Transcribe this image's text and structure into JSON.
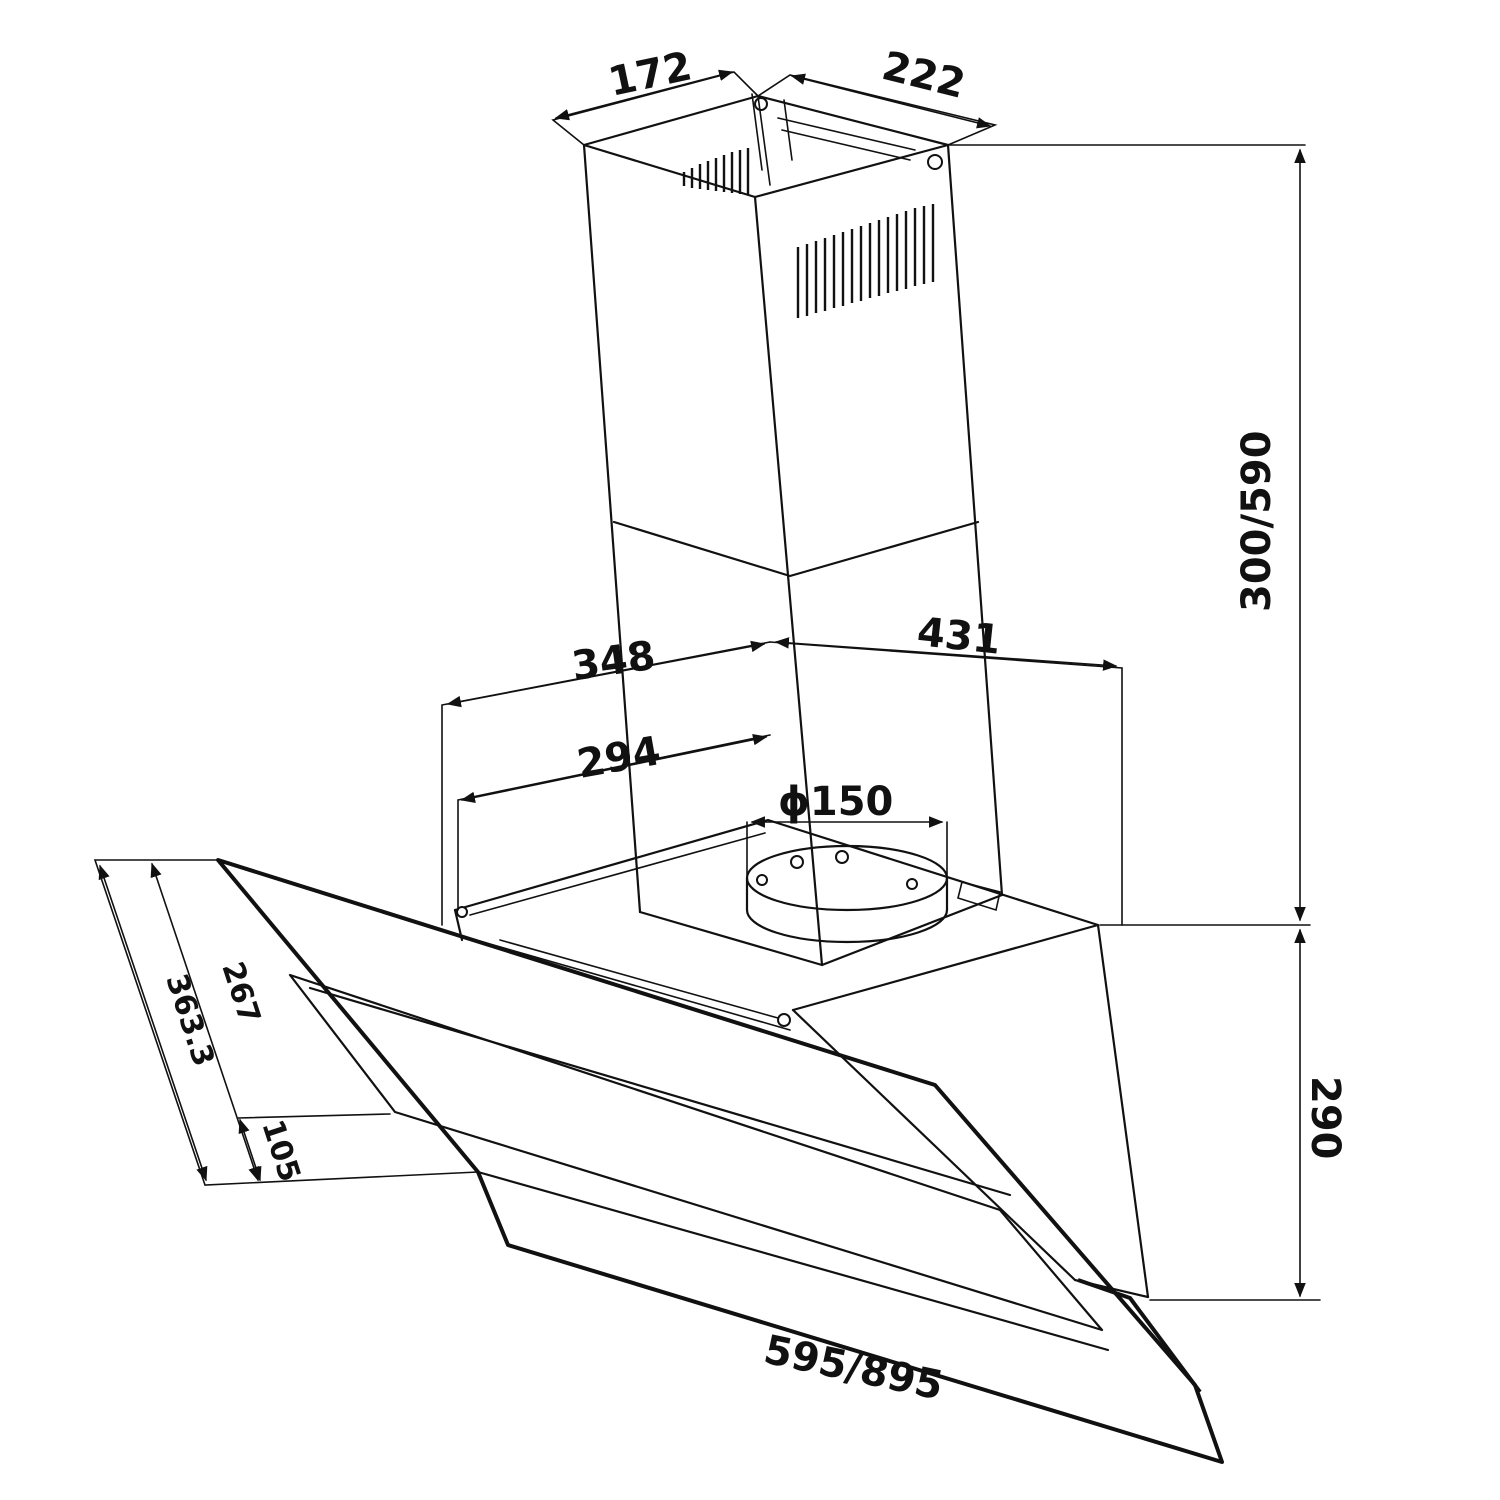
{
  "dimensions": {
    "chimney_depth": "172",
    "chimney_width": "222",
    "chimney_height": "300/590",
    "body_depth": "348",
    "body_width": "431",
    "inner_depth": "294",
    "outlet_diameter": "ϕ150",
    "body_height": "290",
    "hood_width": "595/895",
    "side_inner": "267",
    "side_outer": "363.3",
    "front_edge": "105"
  },
  "colors": {
    "line": "#111111",
    "background": "#ffffff"
  }
}
